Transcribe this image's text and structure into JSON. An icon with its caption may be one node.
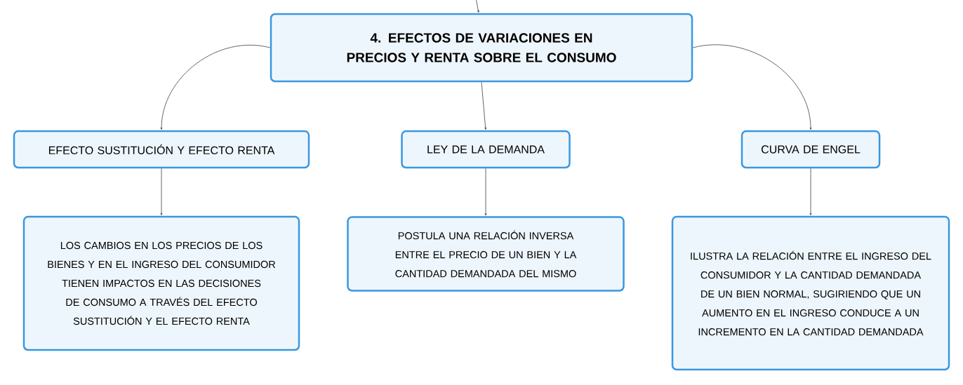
{
  "diagram": {
    "nodes": [
      {
        "text": [
          "4. EFECTOS DE VARIACIONES EN PRECIOS Y RENTA SOBRE EL CONSUMO"
        ]
      },
      {
        "text": [
          "EFECTO SUSTITUCIÓN Y EFECTO RENTA"
        ]
      },
      {
        "text": [
          "LEY DE LA DEMANDA"
        ]
      },
      {
        "text": [
          "CURVA DE ENGEL"
        ]
      },
      {
        "text": [
          "LOS CAMBIOS EN LOS PRECIOS DE LOS BIENES Y EN EL INGRESO DEL CONSUMIDOR TIENEN IMPACTOS EN LAS DECISIONES DE CONSUMO A TRAVÉS DEL EFECTO SUSTITUCIÓN Y EL EFECTO RENTA"
        ]
      },
      {
        "text": [
          "POSTULA UNA RELACIÓN INVERSA ENTRE EL PRECIO DE UN BIEN Y LA CANTIDAD DEMANDADA DEL MISMO"
        ]
      },
      {
        "text": [
          "ILUSTRA LA RELACIÓN ENTRE EL INGRESO DEL CONSUMIDOR Y LA CANTIDAD DEMANDADA DE UN BIEN NORMAL, SUGIRIENDO QUE UN AUMENTO EN EL INGRESO CONDUCE A UN INCREMENTO EN LA CANTIDAD DEMANDADA"
        ]
      }
    ],
    "edges": [
      {
        "from": null,
        "to": 0,
        "arrow": "to"
      },
      {
        "from": 0,
        "to": 1,
        "arrow": "to"
      },
      {
        "from": 0,
        "to": 2,
        "arrow": "to"
      },
      {
        "from": 0,
        "to": 3,
        "arrow": "to"
      },
      {
        "from": 1,
        "to": 4,
        "arrow": "to"
      },
      {
        "from": 2,
        "to": 5,
        "arrow": "to"
      },
      {
        "from": 3,
        "to": 6,
        "arrow": "to"
      }
    ]
  }
}
